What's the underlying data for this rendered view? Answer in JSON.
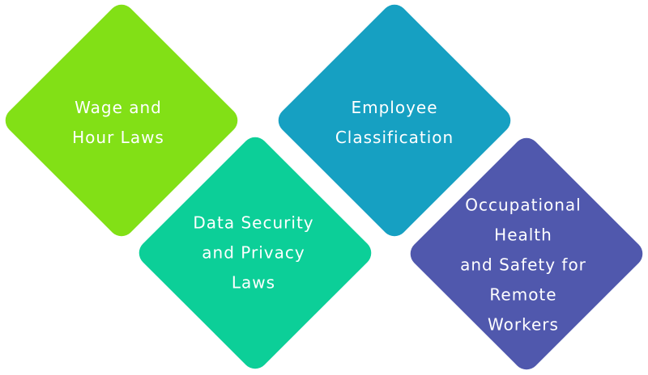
{
  "shapes": [
    {
      "id": "wage",
      "color": "#82e016",
      "lines": [
        "Wage and",
        "Hour Laws"
      ]
    },
    {
      "id": "data",
      "color": "#0ccf98",
      "lines": [
        "Data Security",
        "and Privacy",
        "Laws"
      ]
    },
    {
      "id": "employee",
      "color": "#16a0c2",
      "lines": [
        "Employee",
        "Classification"
      ]
    },
    {
      "id": "ohs",
      "color": "#5058ad",
      "lines": [
        "Occupational",
        "Health",
        "and Safety for",
        "Remote",
        "Workers"
      ]
    }
  ]
}
